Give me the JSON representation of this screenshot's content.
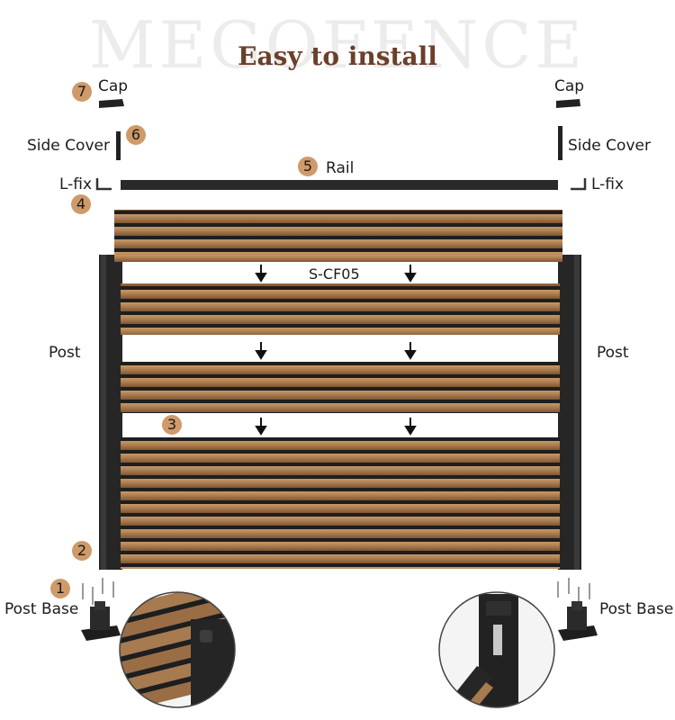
{
  "brand_watermark": "MEGOFENCE",
  "title": "Easy to install",
  "labels": {
    "cap_left": "Cap",
    "cap_right": "Cap",
    "side_cover_left": "Side Cover",
    "side_cover_right": "Side Cover",
    "lfix_left": "L-fix",
    "lfix_right": "L-fix",
    "rail": "Rail",
    "slat_model": "S-CF05",
    "post_left": "Post",
    "post_right": "Post",
    "post_base_left": "Post Base",
    "post_base_right": "Post Base"
  },
  "steps": {
    "one": "1",
    "two": "2",
    "three": "3",
    "four": "4",
    "five": "5",
    "six": "6",
    "seven": "7"
  },
  "colors": {
    "title": "#6b3f2a",
    "step_badge": "#cf9a6a",
    "wood": "#a87a4f",
    "frame": "#2a2a2a"
  }
}
